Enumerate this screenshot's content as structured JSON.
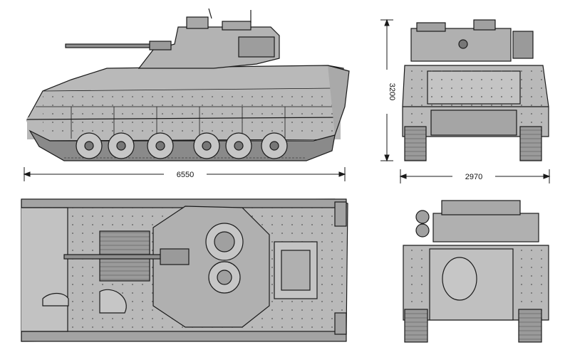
{
  "dimensions": {
    "length": "6550",
    "height": "3200",
    "width": "2970"
  },
  "palette": {
    "hull": "#b9b9b9",
    "hull_dark": "#8f8f8f",
    "hull_light": "#d2d2d2",
    "line": "#1a1a1a",
    "background": "#ffffff"
  },
  "views": [
    "side-view",
    "front-view",
    "top-view",
    "rear-view"
  ]
}
